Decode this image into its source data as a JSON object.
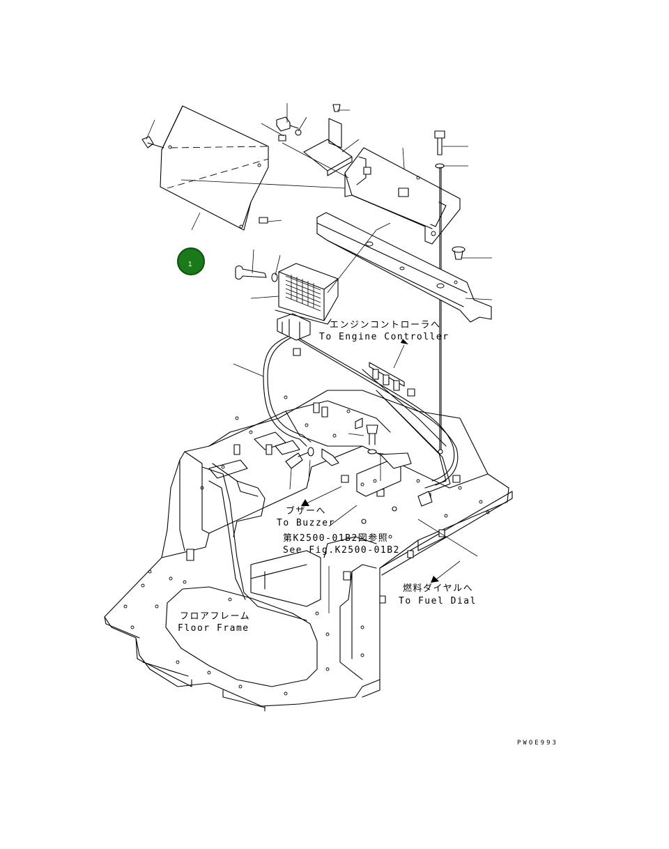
{
  "badge": {
    "number": "1",
    "color": "#1a7a1a",
    "ring": "#0e4f0e"
  },
  "labels": {
    "engine_jp": "エンジンコントローラへ",
    "engine_en": "To Engine Controller",
    "buzzer_jp": "ブザーへ",
    "buzzer_en": "To Buzzer",
    "see_jp": "第K2500-01B2図参照",
    "see_en": "See Fig.K2500-01B2",
    "fuel_jp": "燃料ダイヤルへ",
    "fuel_en": "To Fuel Dial",
    "floor_jp": "フロアフレーム",
    "floor_en": "Floor Frame"
  },
  "drawing_code": "PWOE993"
}
